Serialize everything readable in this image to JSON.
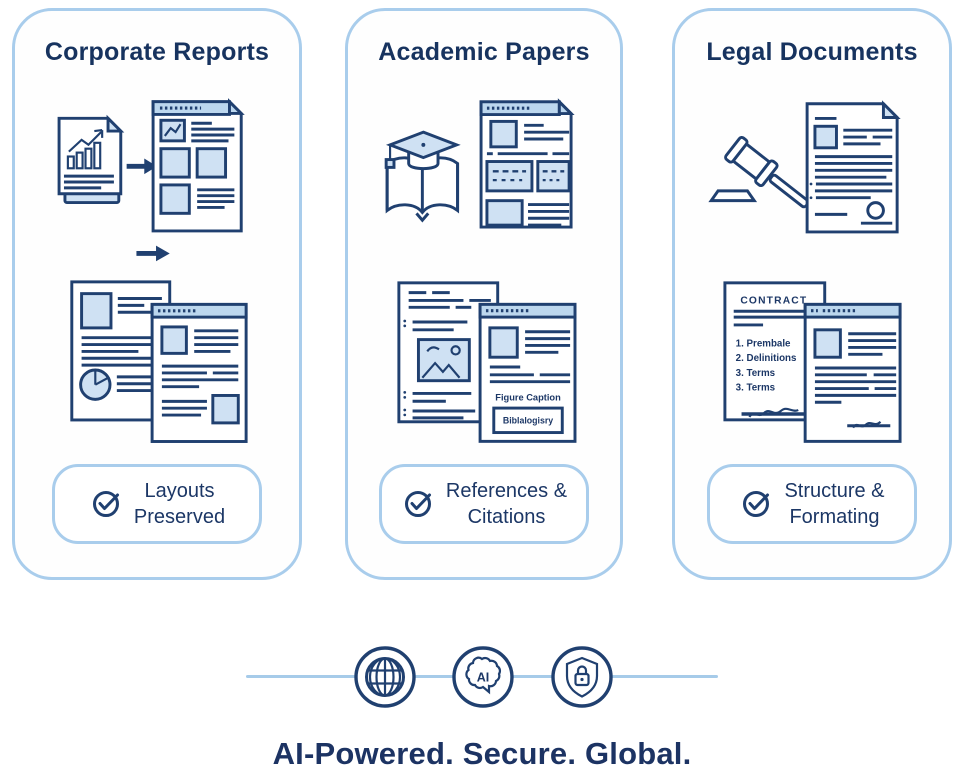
{
  "colors": {
    "stroke_navy": "#204070",
    "text_navy": "#1c3766",
    "light_blue_fill": "#cfe1f3",
    "header_bar_blue": "#bcd7ee",
    "card_border_blue": "#a9cdec",
    "divider_blue": "#a6cbe9"
  },
  "cards": [
    {
      "title": "Corporate Reports",
      "badge": {
        "line1": "Layouts",
        "line2": "Preserved"
      },
      "illustration_icons": [
        "bar-chart-doc-icon",
        "arrow-right-icon",
        "formatted-report-doc-icon",
        "arrow-right-icon",
        "layout-doc-with-pie-icon",
        "layout-doc-with-header-icon"
      ]
    },
    {
      "title": "Academic Papers",
      "badge": {
        "line1": "References &",
        "line2": "Citations"
      },
      "figure_caption": "Figure Caption",
      "bibliography_label": "Biblalogisry",
      "illustration_icons": [
        "graduation-cap-book-icon",
        "academic-doc-icon",
        "paper-with-figure-icon",
        "paper-with-caption-icon"
      ]
    },
    {
      "title": "Legal Documents",
      "badge": {
        "line1": "Structure &",
        "line2": "Formating"
      },
      "contract": {
        "title": "CONTRACT",
        "items": [
          "1. Prembale",
          "2. Delinitions",
          "3. Terms",
          "3. Terms"
        ]
      },
      "illustration_icons": [
        "gavel-icon",
        "legal-doc-with-seal-icon",
        "contract-doc-icon",
        "legal-formatted-doc-icon"
      ]
    }
  ],
  "badge_icon": "check-circle-icon",
  "footer": {
    "icons": [
      "globe-icon",
      "ai-brain-icon",
      "shield-lock-icon"
    ],
    "ai_label": "AI",
    "tagline": "AI-Powered. Secure. Global."
  }
}
